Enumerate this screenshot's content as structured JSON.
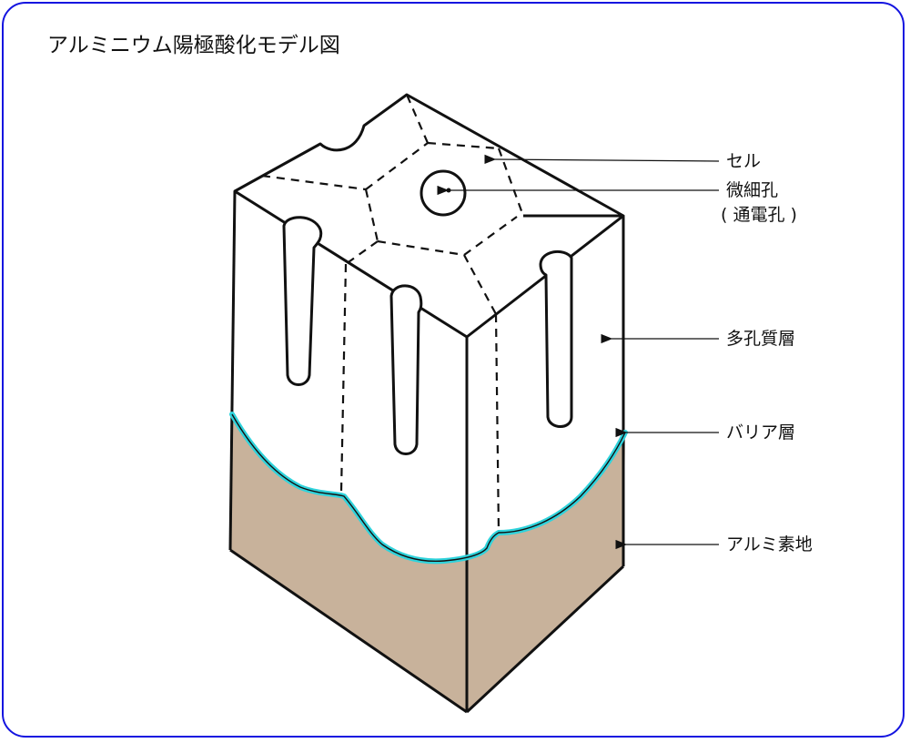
{
  "title": "アルミニウム陽極酸化モデル図",
  "labels": {
    "cell": "セル",
    "pore_line1": "微細孔",
    "pore_line2": "( 通電孔 )",
    "porous_layer": "多孔質層",
    "barrier_layer": "バリア層",
    "aluminum_base": "アルミ素地"
  },
  "colors": {
    "frame": "#1414e0",
    "aluminum": "#c8b29b",
    "barrier": "#2fd3dc",
    "line": "#111111"
  }
}
